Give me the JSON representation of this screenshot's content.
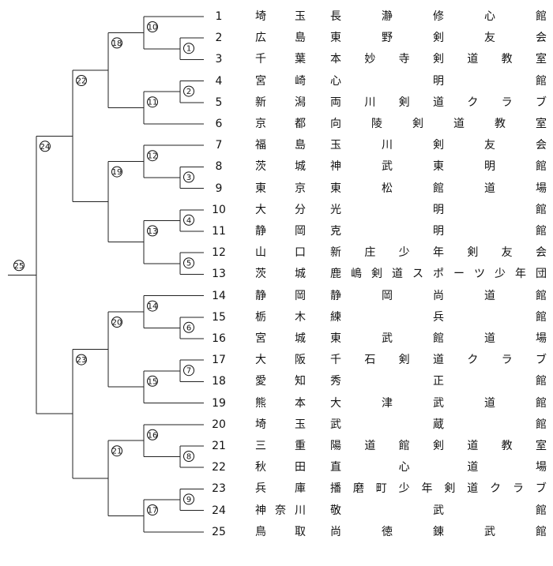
{
  "bracket": {
    "match_numbers": [
      "1",
      "2",
      "3",
      "4",
      "5",
      "6",
      "7",
      "8",
      "9",
      "10",
      "11",
      "12",
      "13",
      "14",
      "15",
      "16",
      "17",
      "18",
      "19",
      "20",
      "21",
      "22",
      "23",
      "24",
      "25"
    ]
  },
  "entries": [
    {
      "no": "1",
      "prefecture": "埼 玉",
      "club": "長 瀞 修 心 館"
    },
    {
      "no": "2",
      "prefecture": "広 島",
      "club": "東 野 剣 友 会"
    },
    {
      "no": "3",
      "prefecture": "千 葉",
      "club": "本 妙 寺 剣 道 教 室"
    },
    {
      "no": "4",
      "prefecture": "宮 崎",
      "club": "心 明 館"
    },
    {
      "no": "5",
      "prefecture": "新 潟",
      "club": "両 川 剣 道 ク ラ ブ"
    },
    {
      "no": "6",
      "prefecture": "京 都",
      "club": "向 陵 剣 道 教 室"
    },
    {
      "no": "7",
      "prefecture": "福 島",
      "club": "玉 川 剣 友 会"
    },
    {
      "no": "8",
      "prefecture": "茨 城",
      "club": "神 武 東 明 館"
    },
    {
      "no": "9",
      "prefecture": "東 京",
      "club": "東 松 館 道 場"
    },
    {
      "no": "10",
      "prefecture": "大 分",
      "club": "光 明 館"
    },
    {
      "no": "11",
      "prefecture": "静 岡",
      "club": "克 明 館"
    },
    {
      "no": "12",
      "prefecture": "山 口",
      "club": "新 庄 少 年 剣 友 会"
    },
    {
      "no": "13",
      "prefecture": "茨 城",
      "club": "鹿 嶋 剣 道 ス ポ ー ツ 少 年 団"
    },
    {
      "no": "14",
      "prefecture": "静 岡",
      "club": "静 岡 尚 道 館"
    },
    {
      "no": "15",
      "prefecture": "栃 木",
      "club": "練 兵 館"
    },
    {
      "no": "16",
      "prefecture": "宮 城",
      "club": "東 武 館 道 場"
    },
    {
      "no": "17",
      "prefecture": "大 阪",
      "club": "千 石 剣 道 ク ラ ブ"
    },
    {
      "no": "18",
      "prefecture": "愛 知",
      "club": "秀 正 館"
    },
    {
      "no": "19",
      "prefecture": "熊 本",
      "club": "大 津 武 道 館"
    },
    {
      "no": "20",
      "prefecture": "埼 玉",
      "club": "武 蔵 館"
    },
    {
      "no": "21",
      "prefecture": "三 重",
      "club": "陽 道 館 剣 道 教 室"
    },
    {
      "no": "22",
      "prefecture": "秋 田",
      "club": "直 心 道 場"
    },
    {
      "no": "23",
      "prefecture": "兵 庫",
      "club": "播 磨 町 少 年 剣 道 ク ラ ブ"
    },
    {
      "no": "24",
      "prefecture": "神 奈 川",
      "club": "敬 武 館"
    },
    {
      "no": "25",
      "prefecture": "鳥 取",
      "club": "尚 徳 錬 武 館"
    }
  ]
}
